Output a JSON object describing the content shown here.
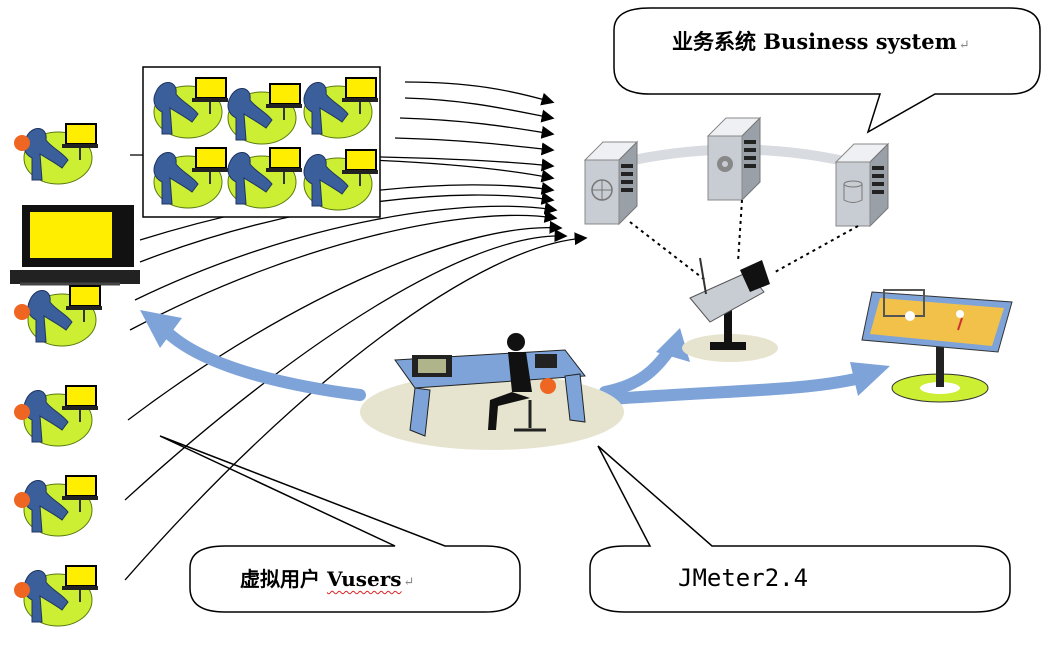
{
  "callouts": {
    "business_system": {
      "label": "业务系统 Business system",
      "mark": "↵"
    },
    "vusers": {
      "label_cn": "虚拟用户",
      "label_en": "Vusers",
      "mark": "↵"
    },
    "jmeter": {
      "label": "JMeter2.4"
    }
  },
  "icons": {
    "servers": [
      "web-server-icon",
      "app-server-icon",
      "database-server-icon"
    ],
    "monitor_camera": "monitor-camera-icon",
    "controller": "jmeter-controller-icon",
    "analysis_board": "analysis-board-icon",
    "users": "virtual-user-icon"
  },
  "colors": {
    "user_blob": "#ccee33",
    "user_figure": "#3a5f9a",
    "arrow_blue": "#7ea3d8",
    "server_gray": "#c8ccd3",
    "screen_yellow": "#ffee00"
  }
}
